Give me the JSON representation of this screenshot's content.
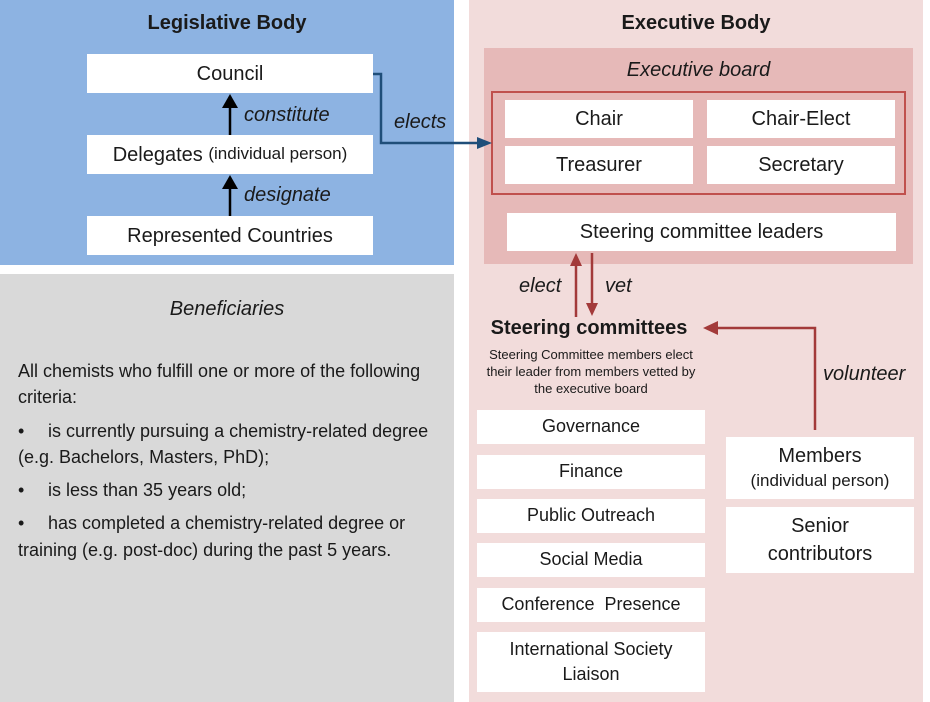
{
  "legislative": {
    "title": "Legislative Body",
    "council": "Council",
    "delegates": "Delegates",
    "delegates_note": "(individual person)",
    "countries": "Represented Countries",
    "constitute": "constitute",
    "designate": "designate"
  },
  "elects_label": "elects",
  "executive": {
    "title": "Executive Body",
    "board_title": "Executive board",
    "officers": [
      "Chair",
      "Chair-Elect",
      "Treasurer",
      "Secretary"
    ],
    "steering_leaders": "Steering committee leaders",
    "elect_label": "elect",
    "vet_label": "vet"
  },
  "steering": {
    "title": "Steering committees",
    "description": "Steering Committee members elect their leader from members vetted by the executive board",
    "committees": [
      "Governance",
      "Finance",
      "Public Outreach",
      "Social Media",
      "Conference  Presence",
      "International Society Liaison"
    ]
  },
  "members": {
    "volunteer_label": "volunteer",
    "members": "Members",
    "members_note": "(individual person)",
    "senior": "Senior contributors"
  },
  "beneficiaries": {
    "title": "Beneficiaries",
    "intro": "All chemists who fulfill one or more of the following criteria:",
    "bullet": "•",
    "criteria": [
      "is currently pursuing a chemistry-related degree (e.g. Bachelors, Masters, PhD);",
      "is less than 35 years old;",
      "has completed a chemistry-related degree or training (e.g. post-doc) during the past 5 years."
    ]
  },
  "colors": {
    "legislative_bg": "#8db3e2",
    "beneficiaries_bg": "#d9d9d9",
    "executive_bg": "#f2dcdb",
    "board_bg": "#e6b9b8",
    "board_border": "#c0504d",
    "blue_arrow": "#1f4e79",
    "red_arrow": "#a33a3a"
  }
}
